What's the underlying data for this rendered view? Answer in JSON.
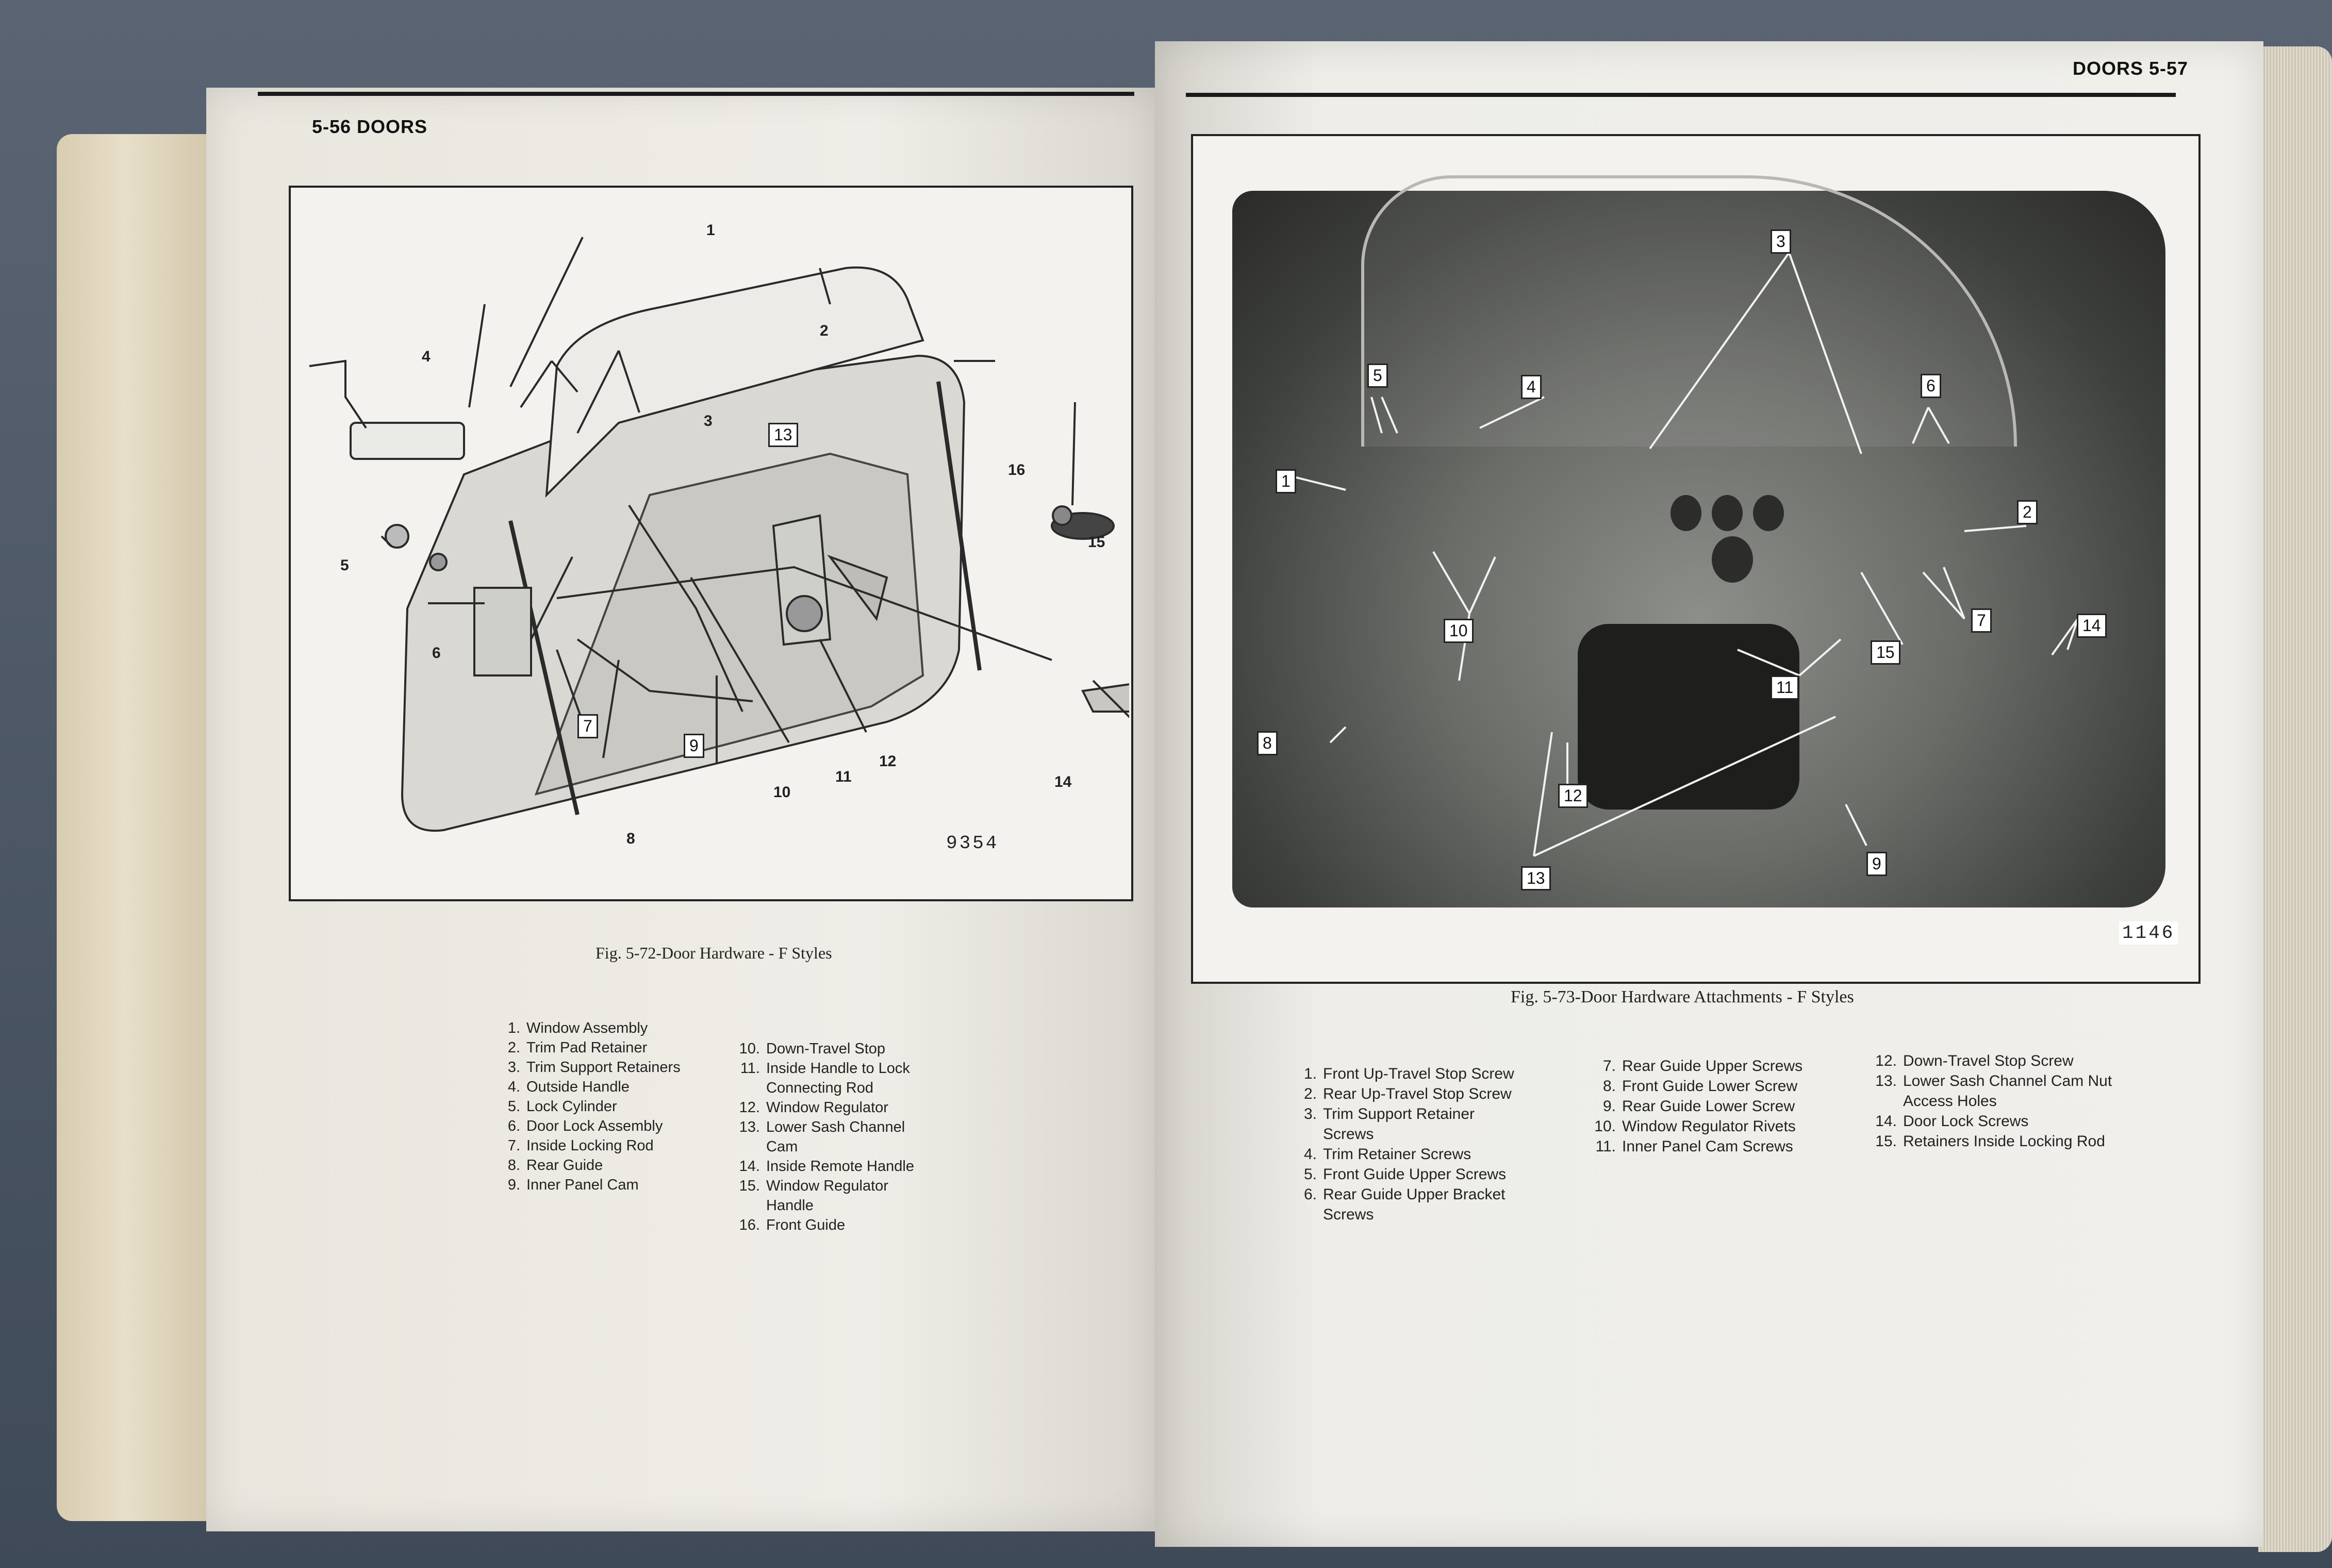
{
  "left_page": {
    "header": "5-56 DOORS",
    "figure_number": "9354",
    "caption": "Fig. 5-72-Door Hardware - F Styles",
    "callouts": [
      "1",
      "2",
      "3",
      "4",
      "5",
      "6",
      "7",
      "8",
      "9",
      "10",
      "11",
      "12",
      "13",
      "14",
      "15",
      "16"
    ],
    "legend_col1": [
      {
        "n": "1.",
        "t": "Window Assembly"
      },
      {
        "n": "2.",
        "t": "Trim Pad Retainer"
      },
      {
        "n": "3.",
        "t": "Trim Support Retainers"
      },
      {
        "n": "4.",
        "t": "Outside Handle"
      },
      {
        "n": "5.",
        "t": "Lock Cylinder"
      },
      {
        "n": "6.",
        "t": "Door Lock Assembly"
      },
      {
        "n": "7.",
        "t": "Inside Locking Rod"
      },
      {
        "n": "8.",
        "t": "Rear Guide"
      },
      {
        "n": "9.",
        "t": "Inner Panel Cam"
      }
    ],
    "legend_col2": [
      {
        "n": "10.",
        "t": "Down-Travel Stop"
      },
      {
        "n": "11.",
        "t": "Inside Handle to Lock Connecting Rod"
      },
      {
        "n": "12.",
        "t": "Window Regulator"
      },
      {
        "n": "13.",
        "t": "Lower Sash Channel Cam"
      },
      {
        "n": "14.",
        "t": "Inside Remote Handle"
      },
      {
        "n": "15.",
        "t": "Window Regulator Handle"
      },
      {
        "n": "16.",
        "t": "Front Guide"
      }
    ]
  },
  "right_page": {
    "header": "DOORS 5-57",
    "figure_number": "1146",
    "caption": "Fig. 5-73-Door Hardware Attachments - F Styles",
    "callouts": [
      "1",
      "2",
      "3",
      "4",
      "5",
      "6",
      "7",
      "8",
      "9",
      "10",
      "11",
      "12",
      "13",
      "14",
      "15"
    ],
    "legend_col1": [
      {
        "n": "1.",
        "t": "Front Up-Travel Stop Screw"
      },
      {
        "n": "2.",
        "t": "Rear Up-Travel Stop Screw"
      },
      {
        "n": "3.",
        "t": "Trim Support Retainer Screws"
      },
      {
        "n": "4.",
        "t": "Trim Retainer Screws"
      },
      {
        "n": "5.",
        "t": "Front Guide Upper Screws"
      },
      {
        "n": "6.",
        "t": "Rear Guide Upper Bracket Screws"
      }
    ],
    "legend_col2": [
      {
        "n": "7.",
        "t": "Rear Guide Upper Screws"
      },
      {
        "n": "8.",
        "t": "Front Guide Lower Screw"
      },
      {
        "n": "9.",
        "t": "Rear Guide Lower Screw"
      },
      {
        "n": "10.",
        "t": "Window Regulator Rivets"
      },
      {
        "n": "11.",
        "t": "Inner Panel Cam Screws"
      }
    ],
    "legend_col3": [
      {
        "n": "12.",
        "t": "Down-Travel Stop Screw"
      },
      {
        "n": "13.",
        "t": "Lower Sash Channel Cam Nut Access Holes"
      },
      {
        "n": "14.",
        "t": "Door Lock Screws"
      },
      {
        "n": "15.",
        "t": "Retainers Inside Locking Rod"
      }
    ]
  }
}
